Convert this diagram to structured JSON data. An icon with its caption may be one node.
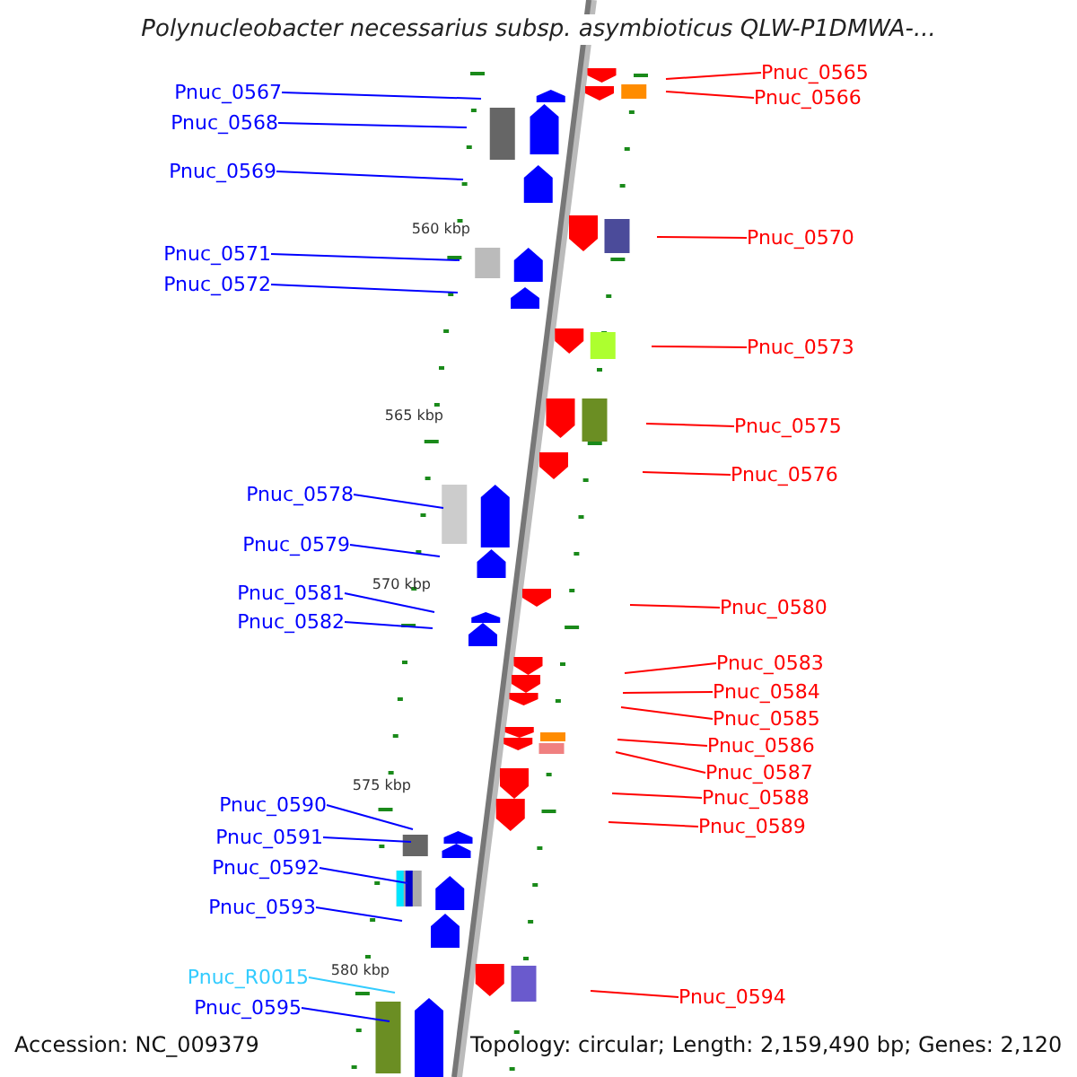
{
  "diagram": {
    "title": "Polynucleobacter necessarius subsp. asymbioticus QLW-P1DMWA-...",
    "nodes": [
      {
        "text": [
          "Pnuc_0565"
        ]
      },
      {
        "text": [
          "Pnuc_0567"
        ]
      },
      {
        "text": [
          "Pnuc_0566"
        ]
      },
      {
        "text": [
          "Pnuc_0568"
        ]
      },
      {
        "text": [
          "Pnuc_0569"
        ]
      },
      {
        "text": [
          "Pnuc_0570"
        ]
      },
      {
        "text": [
          "Pnuc_0571"
        ]
      },
      {
        "text": [
          "Pnuc_0572"
        ]
      },
      {
        "text": [
          "Pnuc_0573"
        ]
      },
      {
        "text": [
          "Pnuc_0575"
        ]
      },
      {
        "text": [
          "Pnuc_0576"
        ]
      },
      {
        "text": [
          "Pnuc_0578"
        ]
      },
      {
        "text": [
          "Pnuc_0579"
        ]
      },
      {
        "text": [
          "Pnuc_0581"
        ]
      },
      {
        "text": [
          "Pnuc_0580"
        ]
      },
      {
        "text": [
          "Pnuc_0582"
        ]
      },
      {
        "text": [
          "Pnuc_0583"
        ]
      },
      {
        "text": [
          "Pnuc_0584"
        ]
      },
      {
        "text": [
          "Pnuc_0585"
        ]
      },
      {
        "text": [
          "Pnuc_0586"
        ]
      },
      {
        "text": [
          "Pnuc_0587"
        ]
      },
      {
        "text": [
          "Pnuc_0588"
        ]
      },
      {
        "text": [
          "Pnuc_0590"
        ]
      },
      {
        "text": [
          "Pnuc_0589"
        ]
      },
      {
        "text": [
          "Pnuc_0591"
        ]
      },
      {
        "text": [
          "Pnuc_0592"
        ]
      },
      {
        "text": [
          "Pnuc_0593"
        ]
      },
      {
        "text": [
          "Pnuc_R0015"
        ]
      },
      {
        "text": [
          "Pnuc_0594"
        ]
      },
      {
        "text": [
          "Pnuc_0595"
        ]
      }
    ],
    "edges": [
      {
        "from": 0,
        "to": null,
        "arrow": "none",
        "color": "#ff0000"
      },
      {
        "from": 1,
        "to": null,
        "arrow": "none",
        "color": "#0000ff"
      },
      {
        "from": 2,
        "to": null,
        "arrow": "none",
        "color": "#ff0000"
      },
      {
        "from": 3,
        "to": null,
        "arrow": "none",
        "color": "#0000ff"
      },
      {
        "from": 4,
        "to": null,
        "arrow": "none",
        "color": "#0000ff"
      },
      {
        "from": 5,
        "to": null,
        "arrow": "none",
        "color": "#ff0000"
      },
      {
        "from": 6,
        "to": null,
        "arrow": "none",
        "color": "#0000ff"
      },
      {
        "from": 7,
        "to": null,
        "arrow": "none",
        "color": "#0000ff"
      },
      {
        "from": 8,
        "to": null,
        "arrow": "none",
        "color": "#ff0000"
      },
      {
        "from": 9,
        "to": null,
        "arrow": "none",
        "color": "#ff0000"
      },
      {
        "from": 10,
        "to": null,
        "arrow": "none",
        "color": "#ff0000"
      },
      {
        "from": 11,
        "to": null,
        "arrow": "none",
        "color": "#0000ff"
      },
      {
        "from": 12,
        "to": null,
        "arrow": "none",
        "color": "#0000ff"
      },
      {
        "from": 13,
        "to": null,
        "arrow": "none",
        "color": "#0000ff"
      },
      {
        "from": 14,
        "to": null,
        "arrow": "none",
        "color": "#ff0000"
      },
      {
        "from": 15,
        "to": null,
        "arrow": "none",
        "color": "#0000ff"
      },
      {
        "from": 16,
        "to": null,
        "arrow": "none",
        "color": "#ff0000"
      },
      {
        "from": 17,
        "to": null,
        "arrow": "none",
        "color": "#ff0000"
      },
      {
        "from": 18,
        "to": null,
        "arrow": "none",
        "color": "#ff0000"
      },
      {
        "from": 19,
        "to": null,
        "arrow": "none",
        "color": "#ff0000"
      },
      {
        "from": 20,
        "to": null,
        "arrow": "none",
        "color": "#ff0000"
      },
      {
        "from": 21,
        "to": null,
        "arrow": "none",
        "color": "#ff0000"
      },
      {
        "from": 22,
        "to": null,
        "arrow": "none",
        "color": "#0000ff"
      },
      {
        "from": 23,
        "to": null,
        "arrow": "none",
        "color": "#ff0000"
      },
      {
        "from": 24,
        "to": null,
        "arrow": "none",
        "color": "#0000ff"
      },
      {
        "from": 25,
        "to": null,
        "arrow": "none",
        "color": "#0000ff"
      },
      {
        "from": 26,
        "to": null,
        "arrow": "none",
        "color": "#0000ff"
      },
      {
        "from": 27,
        "to": null,
        "arrow": "none",
        "color": "#33ccff"
      },
      {
        "from": 28,
        "to": null,
        "arrow": "none",
        "color": "#ff0000"
      },
      {
        "from": 29,
        "to": null,
        "arrow": "none",
        "color": "#0000ff"
      }
    ],
    "labels": [
      "560 kbp",
      "565 kbp",
      "570 kbp",
      "575 kbp",
      "580 kbp",
      "Accession: NC_009379",
      "Topology: circular; Length: 2,159,490 bp; Genes: 2,120"
    ]
  }
}
